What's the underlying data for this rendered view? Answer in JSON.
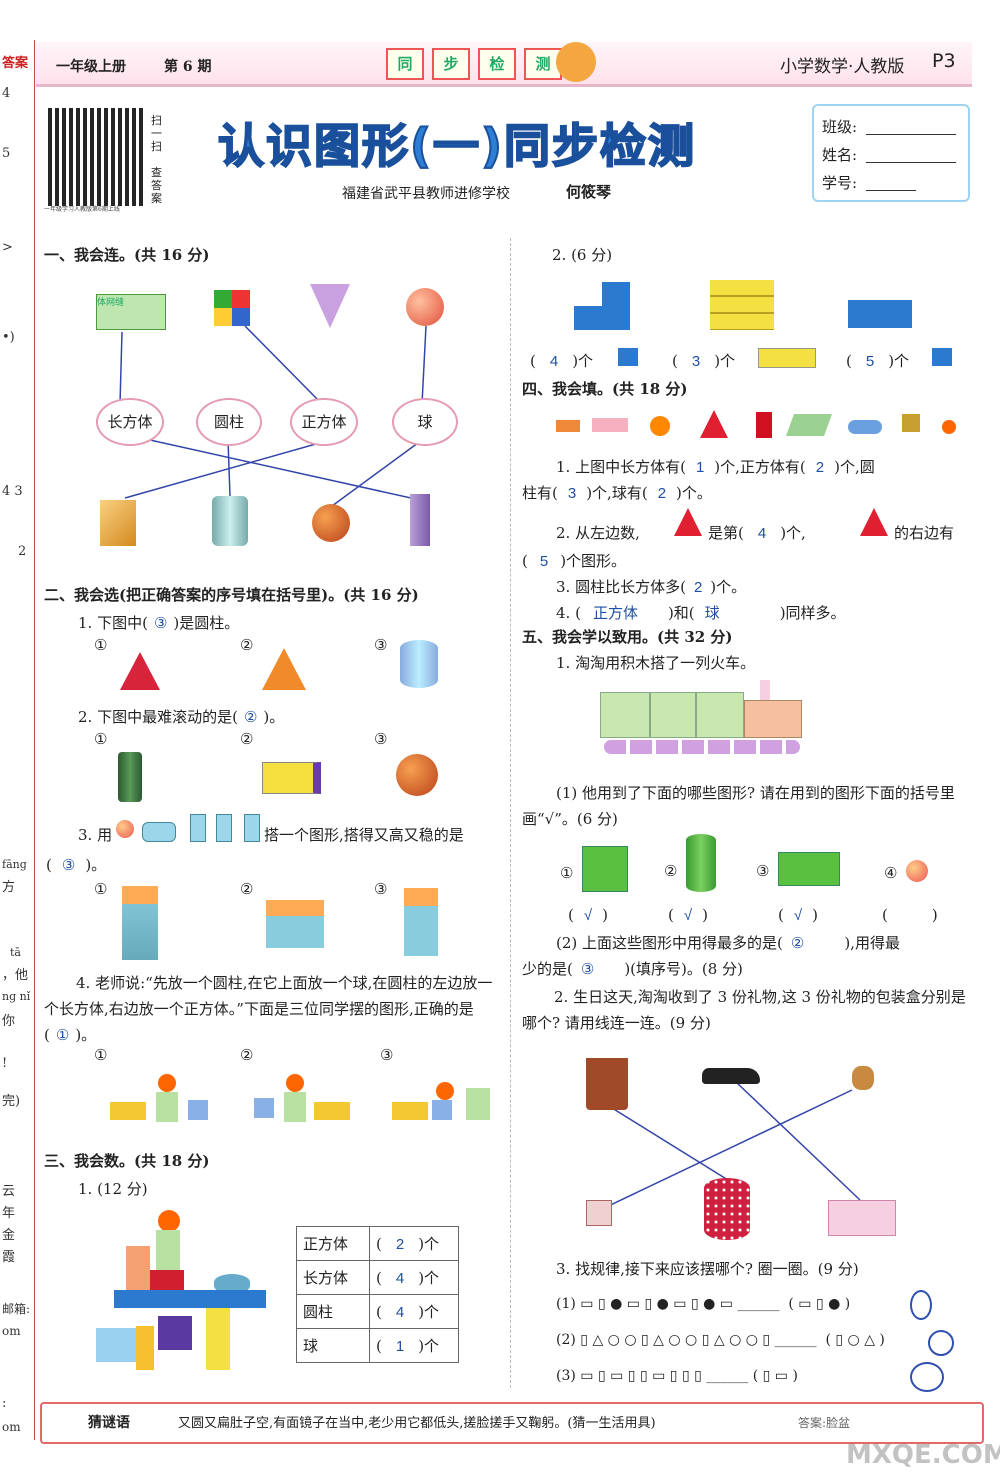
{
  "left_strip": {
    "label": "答案",
    "marks": [
      "4",
      "5",
      ">",
      "•)",
      "4 3",
      "2",
      "fāng",
      "方",
      "tā",
      "，他",
      "ng nǐ",
      "你",
      "!",
      "完)",
      "云",
      "年",
      "金",
      "霞",
      "邮箱:",
      "om",
      ":",
      "om"
    ]
  },
  "header": {
    "grade": "一年级上册",
    "issue": "第 6 期",
    "banner_chars": [
      "同",
      "步",
      "检",
      "测"
    ],
    "subject": "小学数学·人教版",
    "page": "P3"
  },
  "qr": {
    "side_text": [
      "扫",
      "一",
      "扫",
      "查",
      "答",
      "案"
    ],
    "caption": "一年级学习人教版第6期上线"
  },
  "title": {
    "main": "认识图形(一)同步检测",
    "author_school": "福建省武平县教师进修学校",
    "author": "何筱琴"
  },
  "student_info": {
    "class_label": "班级:",
    "name_label": "姓名:",
    "id_label": "学号:"
  },
  "section1": {
    "heading": "一、我会连。(共 16 分)",
    "box_label": "体网缝",
    "labels": [
      "长方体",
      "圆柱",
      "正方体",
      "球"
    ]
  },
  "section2": {
    "heading": "二、我会选(把正确答案的序号填在括号里)。(共 16 分)",
    "q1": {
      "text_a": "1. 下图中(",
      "answer": "③",
      "text_b": ")是圆柱。"
    },
    "q2": {
      "text_a": "2. 下图中最难滚动的是(",
      "answer": "②",
      "text_b": ")。"
    },
    "q3": {
      "text_a": "3. 用",
      "text_b": "搭一个图形,搭得又高又稳的是",
      "paren_open": "(",
      "answer": "③",
      "paren_close": ")。"
    },
    "q4": {
      "text": "4. 老师说:“先放一个圆柱,在它上面放一个球,在圆柱的左边放一个长方体,右边放一个正方体。”下面是三位同学摆的图形,正确的是(",
      "answer": "①",
      "text_end": ")。"
    },
    "opts": [
      "①",
      "②",
      "③"
    ]
  },
  "section3": {
    "heading": "三、我会数。(共 18 分)",
    "q1": "1. (12 分)",
    "table": [
      {
        "name": "正方体",
        "count": "2"
      },
      {
        "name": "长方体",
        "count": "4"
      },
      {
        "name": "圆柱",
        "count": "4"
      },
      {
        "name": "球",
        "count": "1"
      }
    ],
    "paren_open": "(",
    "paren_close": ")个",
    "q2": "2. (6 分)",
    "q2_answers": [
      "4",
      "3",
      "5"
    ]
  },
  "section4": {
    "heading": "四、我会填。(共 18 分)",
    "q1_line1_a": "1. 上图中长方体有(",
    "q1_a1": "1",
    "q1_line1_b": ")个,正方体有(",
    "q1_a2": "2",
    "q1_line1_c": ")个,圆",
    "q1_line2_a": "柱有(",
    "q1_a3": "3",
    "q1_line2_b": ")个,球有(",
    "q1_a4": "2",
    "q1_line2_c": ")个。",
    "q2_a": "2. 从左边数,",
    "q2_b": "是第(",
    "q2_a1": "4",
    "q2_c": ")个,",
    "q2_d": "的右边有",
    "q2_e": "(",
    "q2_a2": "5",
    "q2_f": ")个图形。",
    "q3_a": "3. 圆柱比长方体多(",
    "q3_a1": "2",
    "q3_b": ")个。",
    "q4_a": "4. (",
    "q4_a1": "正方体",
    "q4_b": ")和(",
    "q4_a2": "球",
    "q4_c": ")同样多。"
  },
  "section5": {
    "heading": "五、我会学以致用。(共 32 分)",
    "q1": "1. 淘淘用积木搭了一列火车。",
    "q1_sub1": "(1) 他用到了下面的哪些图形? 请在用到的图形下面的括号里画“√”。(6 分)",
    "q1_opts": [
      "①",
      "②",
      "③",
      "④"
    ],
    "q1_checks": [
      "√",
      "√",
      "√",
      ""
    ],
    "q1_sub2_a": "(2) 上面这些图形中用得最多的是(",
    "q1_sub2_a1": "②",
    "q1_sub2_b": "),用得最",
    "q1_sub2_c": "少的是(",
    "q1_sub2_a2": "③",
    "q1_sub2_d": ")(填序号)。(8 分)",
    "q2": "2. 生日这天,淘淘收到了 3 份礼物,这 3 份礼物的包装盒分别是哪个? 请用线连一连。(9 分)",
    "q3": "3. 找规律,接下来应该摆哪个? 圈一圈。(9 分)",
    "q3_rows": [
      "(1)",
      "(2)",
      "(3)"
    ]
  },
  "footer": {
    "label": "猜谜语",
    "riddle": "又圆又扁肚子空,有面镜子在当中,老少用它都低头,搓脸搓手又鞠躬。(猜一生活用具)",
    "answer_hint": "答案:脸盆",
    "watermark": "MXQE.COM"
  }
}
